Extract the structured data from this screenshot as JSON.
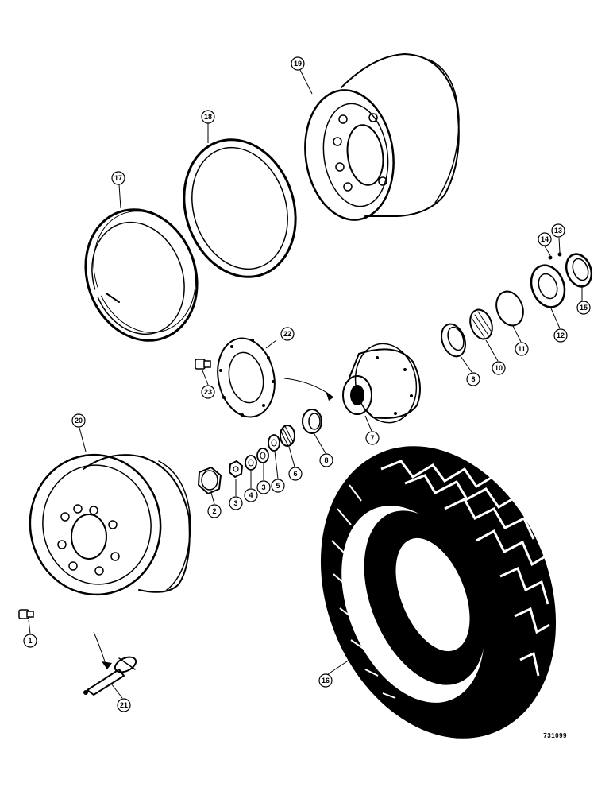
{
  "drawing_ref": "731099",
  "callouts": {
    "c1": "1",
    "c2": "2",
    "c3a": "3",
    "c4": "4",
    "c3b": "3",
    "c5": "5",
    "c6": "6",
    "c7": "7",
    "c8a": "8",
    "c8b": "8",
    "c10": "10",
    "c11": "11",
    "c12": "12",
    "c13": "13",
    "c14": "14",
    "c15": "15",
    "c16": "16",
    "c17": "17",
    "c18": "18",
    "c19": "19",
    "c20": "20",
    "c21": "21",
    "c22": "22",
    "c23": "23"
  },
  "colors": {
    "ink": "#000000",
    "paper": "#ffffff"
  }
}
